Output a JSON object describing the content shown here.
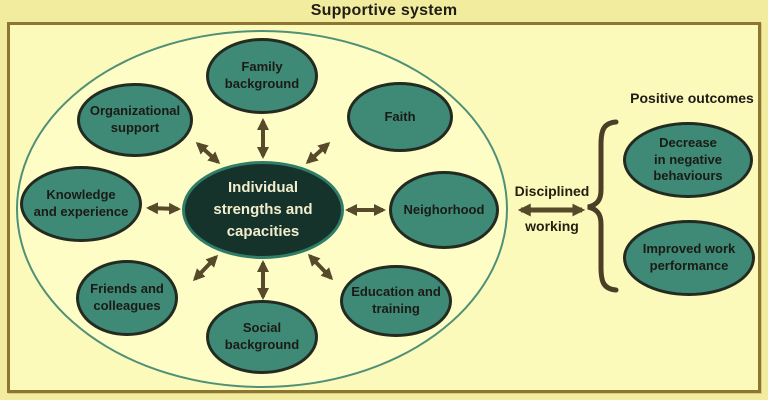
{
  "title": "Supportive system",
  "center": {
    "label": "Individual\nstrengths and\ncapacities"
  },
  "factors": [
    {
      "name": "family-background",
      "label": "Family\nbackground"
    },
    {
      "name": "organizational-support",
      "label": "Organizational\nsupport"
    },
    {
      "name": "faith",
      "label": "Faith"
    },
    {
      "name": "knowledge-and-experience",
      "label": "Knowledge\nand experience"
    },
    {
      "name": "neighborhood",
      "label": "Neighorhood"
    },
    {
      "name": "friends-and-colleagues",
      "label": "Friends and\ncolleagues"
    },
    {
      "name": "social-background",
      "label": "Social\nbackground"
    },
    {
      "name": "education-and-training",
      "label": "Education and\ntraining"
    }
  ],
  "connector": {
    "top": "Disciplined",
    "bottom": "working"
  },
  "outcomes": {
    "heading": "Positive outcomes",
    "items": [
      {
        "label": "Decrease\nin negative\nbehaviours"
      },
      {
        "label": "Improved work\nperformance"
      }
    ]
  },
  "colors": {
    "page_bg": "#f2ec9f",
    "panel_bg": "#fbfabb",
    "panel_border": "#8d7631",
    "system_ellipse_fill": "#fdfdc5",
    "system_ellipse_stroke": "#4f9077",
    "node_fill": "#3f8977",
    "node_stroke": "#232a20",
    "center_fill": "#16332b",
    "center_stroke": "#2f7d68",
    "center_text": "#f2eecd",
    "arrow": "#564a2b",
    "brace": "#4a3e26",
    "text": "#1d1b15"
  }
}
